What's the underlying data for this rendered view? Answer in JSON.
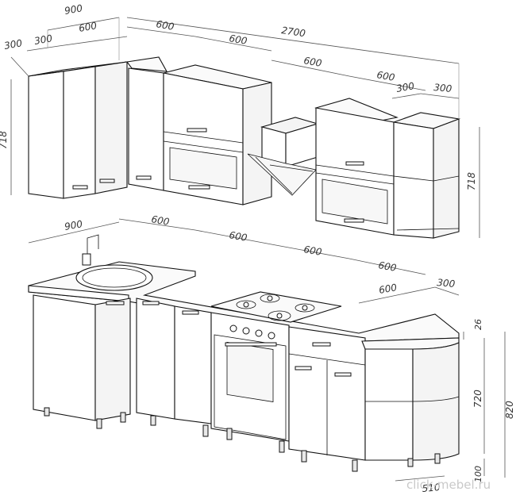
{
  "dimensions": {
    "upper_top_900": "900",
    "upper_300_a": "300",
    "upper_600_a": "600",
    "upper_600_b": "600",
    "upper_600_c": "600",
    "upper_2700": "2700",
    "upper_300_side": "300",
    "upper_600_d": "600",
    "upper_600_e": "600",
    "upper_300_b": "300",
    "upper_300_c": "300",
    "upper_height_left": "718",
    "upper_height_right": "718",
    "lower_900": "900",
    "lower_600_a": "600",
    "lower_600_b": "600",
    "lower_600_c": "600",
    "lower_600_d": "600",
    "lower_600_e": "600",
    "lower_300": "300",
    "height_26": "26",
    "height_720": "720",
    "height_820": "820",
    "height_100": "100",
    "depth_510": "510"
  },
  "watermark": "click-mebel.ru"
}
